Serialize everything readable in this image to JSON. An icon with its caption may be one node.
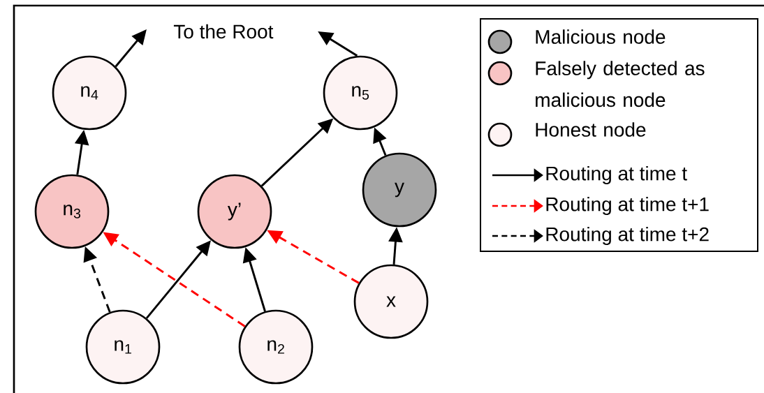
{
  "diagram": {
    "nodes": [
      {
        "text": [
          "n$_{4}$"
        ]
      },
      {
        "text": [
          "n$_{5}$"
        ]
      },
      {
        "text": [
          "n$_{3}$"
        ]
      },
      {
        "text": [
          "y’"
        ]
      },
      {
        "text": [
          "y"
        ]
      },
      {
        "text": [
          "x"
        ]
      },
      {
        "text": [
          "n$_{1}$"
        ]
      },
      {
        "text": [
          "n$_{2}$"
        ]
      }
    ],
    "edges": [
      {
        "from": 0,
        "to": null,
        "arrow": "to"
      },
      {
        "from": 1,
        "to": null,
        "arrow": "to"
      },
      {
        "from": 2,
        "to": 0,
        "arrow": "to"
      },
      {
        "from": 3,
        "to": 1,
        "arrow": "to"
      },
      {
        "from": 4,
        "to": 1,
        "arrow": "to"
      },
      {
        "from": 5,
        "to": 4,
        "arrow": "to"
      },
      {
        "from": 6,
        "to": 3,
        "arrow": "to"
      },
      {
        "from": 7,
        "to": 3,
        "arrow": "to"
      },
      {
        "from": 7,
        "to": 2,
        "arrow": "to",
        "style": "dashed",
        "color": "#ff0000"
      },
      {
        "from": 5,
        "to": 3,
        "arrow": "to",
        "style": "dashed",
        "color": "#ff0000"
      },
      {
        "from": 6,
        "to": 2,
        "arrow": "to",
        "style": "dashed"
      }
    ],
    "labels": [
      "To the Root"
    ],
    "legend": [
      {
        "text": "Malicious node",
        "color": "#a6a6a6"
      },
      {
        "text": "Falsely detected as malicious node",
        "color": "#f8c4c4"
      },
      {
        "text": "Honest node",
        "color": "#fdf3f3"
      },
      {
        "text": "Routing at time t"
      },
      {
        "text": "Routing at time t+1"
      },
      {
        "text": "Routing at time t+2"
      }
    ]
  }
}
